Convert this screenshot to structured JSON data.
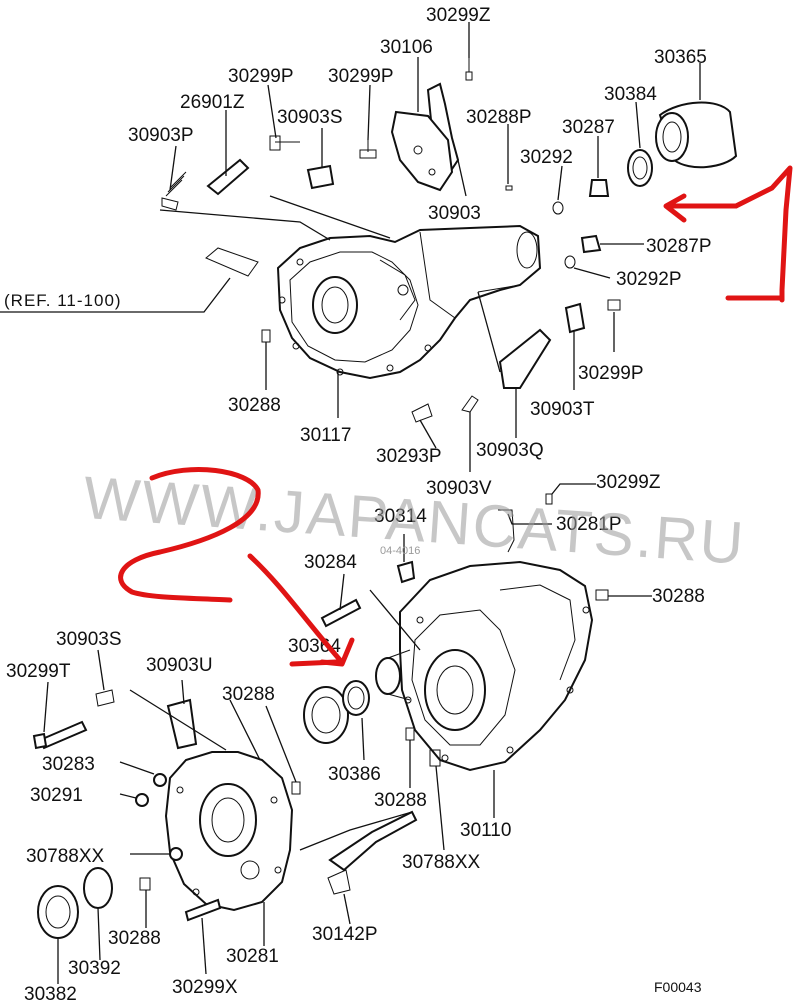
{
  "colors": {
    "annotation": "#e01414",
    "watermark": "#9a9a9a",
    "ink": "#111111"
  },
  "reference_label": "(REF. 11-100)",
  "watermark": "WWW.JAPANCATS.RU",
  "center_stamp": "04-4016",
  "figure_code": "F00043",
  "annotations": {
    "one": "1",
    "two": "2"
  },
  "parts": {
    "p30299Z_top": "30299Z",
    "p30106": "30106",
    "p30365": "30365",
    "p30299P_a": "30299P",
    "p30299P_b": "30299P",
    "p26901Z": "26901Z",
    "p30903S_top": "30903S",
    "p30288P": "30288P",
    "p30384": "30384",
    "p30903P": "30903P",
    "p30287": "30287",
    "p30292": "30292",
    "p30903": "30903",
    "p30287P": "30287P",
    "p30292P": "30292P",
    "p30299P_c": "30299P",
    "p30288_top": "30288",
    "p30117": "30117",
    "p30903T": "30903T",
    "p30293P": "30293P",
    "p30903Q": "30903Q",
    "p30903V": "30903V",
    "p30299Z_mid": "30299Z",
    "p30314": "30314",
    "p30281P": "30281P",
    "p30284": "30284",
    "p30288_right": "30288",
    "p30903S_low": "30903S",
    "p30364": "30364",
    "p30299T": "30299T",
    "p30903U": "30903U",
    "p30288_mid": "30288",
    "p30283": "30283",
    "p30386": "30386",
    "p30291": "30291",
    "p30288_c": "30288",
    "p30110": "30110",
    "p30788XX_a": "30788XX",
    "p30788XX_b": "30788XX",
    "p30288_low": "30288",
    "p30142P": "30142P",
    "p30392": "30392",
    "p30281": "30281",
    "p30382": "30382",
    "p30299X": "30299X"
  }
}
